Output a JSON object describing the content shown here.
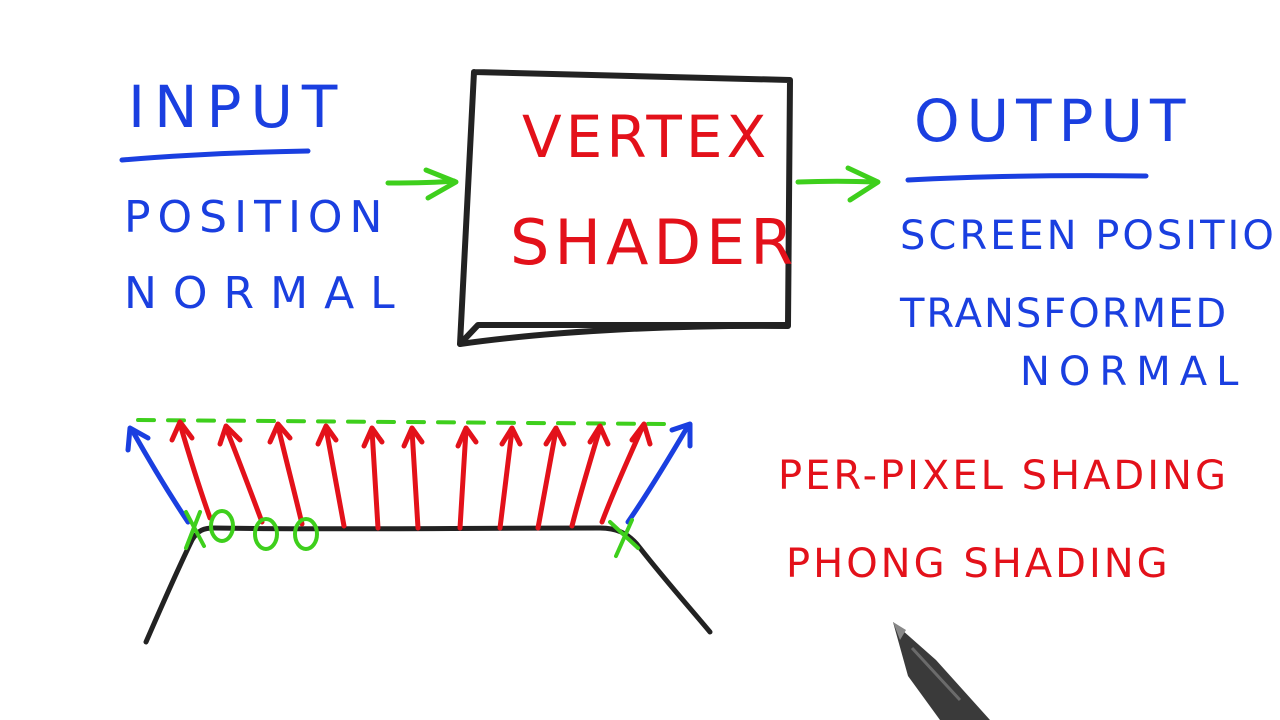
{
  "input": {
    "heading": "INPUT",
    "items": [
      "POSITION",
      "NORMAL"
    ]
  },
  "shader": {
    "lines": [
      "VERTEX",
      "SHADER"
    ]
  },
  "output": {
    "heading": "OUTPUT",
    "items": [
      "SCREEN POSITION",
      "TRANSFORMED",
      "NORMAL"
    ]
  },
  "shading": {
    "labels": [
      "PER-PIXEL SHADING",
      "PHONG SHADING"
    ]
  },
  "icons": {
    "input_arrow": "right-arrow-icon",
    "output_arrow": "right-arrow-icon",
    "pen": "pen-icon"
  },
  "colors": {
    "blue_ink": "#1a3fe0",
    "red_ink": "#e3111a",
    "green_ink": "#3ecf1c",
    "black_ink": "#222222"
  }
}
